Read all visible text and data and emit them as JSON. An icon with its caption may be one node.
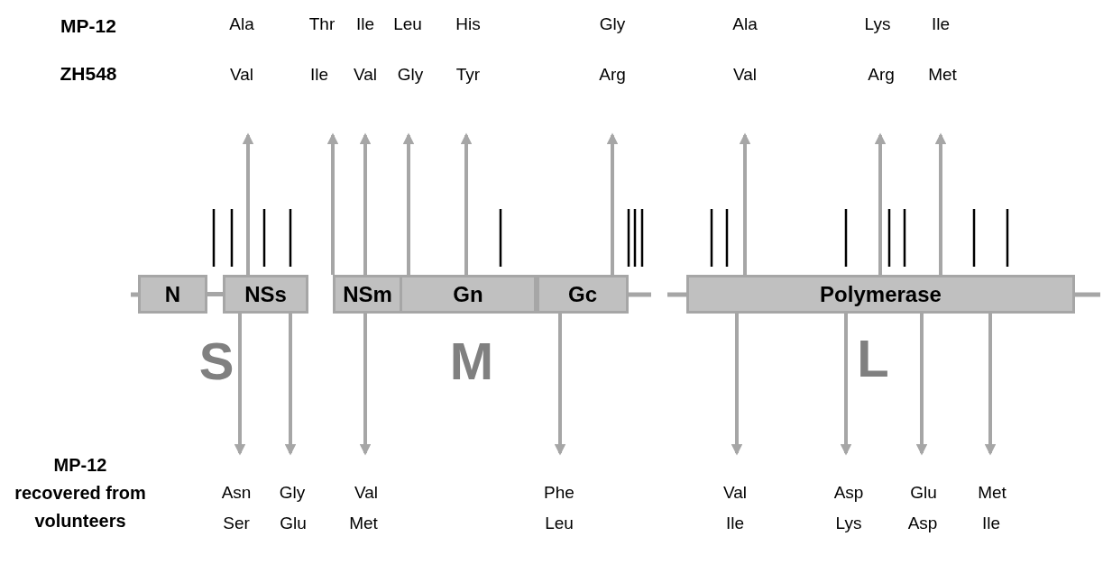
{
  "diagram": {
    "nodes": [
      {
        "text": [
          "N"
        ]
      },
      {
        "text": [
          "NSs"
        ]
      },
      {
        "text": [
          "NSm"
        ]
      },
      {
        "text": [
          "Gn"
        ]
      },
      {
        "text": [
          "Gc"
        ]
      },
      {
        "text": [
          "Polymerase"
        ]
      }
    ],
    "edges": [
      {
        "from": 1,
        "to": null,
        "arrow": "to"
      },
      {
        "from": 2,
        "to": null,
        "arrow": "to"
      },
      {
        "from": 2,
        "to": null,
        "arrow": "to"
      },
      {
        "from": 3,
        "to": null,
        "arrow": "to"
      },
      {
        "from": 3,
        "to": null,
        "arrow": "to"
      },
      {
        "from": 4,
        "to": null,
        "arrow": "to"
      },
      {
        "from": 5,
        "to": null,
        "arrow": "to"
      },
      {
        "from": 5,
        "to": null,
        "arrow": "to"
      },
      {
        "from": 5,
        "to": null,
        "arrow": "to"
      },
      {
        "from": 1,
        "to": null,
        "arrow": "to"
      },
      {
        "from": 1,
        "to": null,
        "arrow": "to"
      },
      {
        "from": 2,
        "to": null,
        "arrow": "to"
      },
      {
        "from": 4,
        "to": null,
        "arrow": "to"
      },
      {
        "from": 5,
        "to": null,
        "arrow": "to"
      },
      {
        "from": 5,
        "to": null,
        "arrow": "to"
      },
      {
        "from": 5,
        "to": null,
        "arrow": "to"
      },
      {
        "from": 5,
        "to": null,
        "arrow": "to"
      },
      {
        "from": 0,
        "to": 1,
        "arrow": "none"
      }
    ],
    "labels": [
      "MP-12",
      "Ala",
      "Thr",
      "Ile",
      "Leu",
      "His",
      "Gly",
      "Ala",
      "Lys",
      "Ile",
      "ZH548",
      "Val",
      "Ile",
      "Val",
      "Gly",
      "Tyr",
      "Arg",
      "Val",
      "Arg",
      "Met",
      "S",
      "M",
      "L",
      "MP-12 recovered from volunteers",
      "Asn",
      "Gly",
      "Val",
      "Phe",
      "Val",
      "Asp",
      "Glu",
      "Met",
      "Ser",
      "Glu",
      "Met",
      "Leu",
      "Ile",
      "Lys",
      "Asp",
      "Ile"
    ]
  }
}
